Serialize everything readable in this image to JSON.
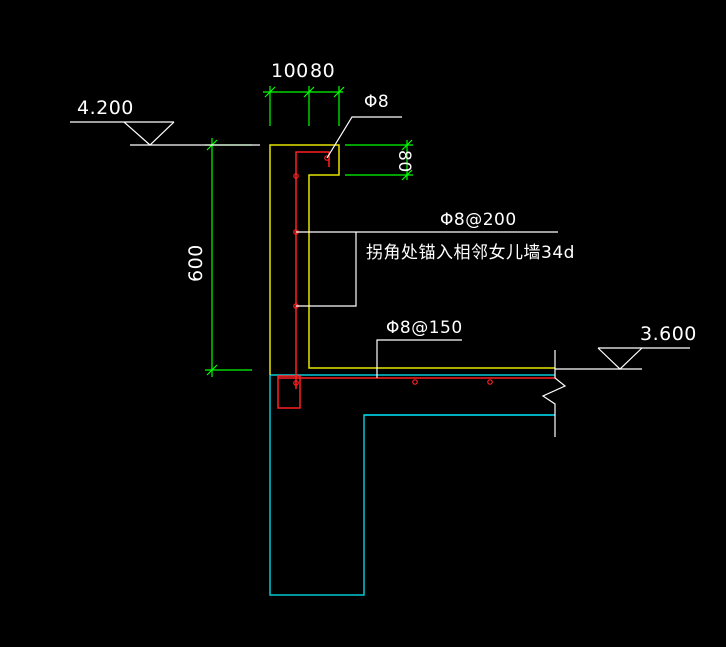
{
  "colors": {
    "background": "#000000",
    "concrete_outline": "#00c8d8",
    "parapet_outline": "#e6e600",
    "rebar": "#ff2020",
    "dimension": "#00ff00",
    "leader": "#ffffff",
    "text": "#ffffff"
  },
  "labels": {
    "dim_top_1": "100",
    "dim_top_2": "80",
    "dim_height": "600",
    "dim_lip": "80",
    "elev_top": "4.200",
    "elev_slab": "3.600",
    "rebar_hook": "Φ8",
    "rebar_vertical": "Φ8@200",
    "rebar_note": "拐角处锚入相邻女儿墙34d",
    "rebar_slab": "Φ8@150"
  }
}
